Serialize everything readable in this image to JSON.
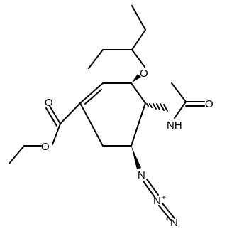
{
  "molecule": {
    "atoms": {
      "o_ether": "O",
      "o_carbonyl_ester": "O",
      "o_ester": "O",
      "nh": "NH",
      "o_amide": "O",
      "n_azide_1": "N",
      "n_azide_2": "N",
      "n_azide_3": "N"
    },
    "charges": {
      "plus": "+",
      "minus": "-"
    }
  }
}
